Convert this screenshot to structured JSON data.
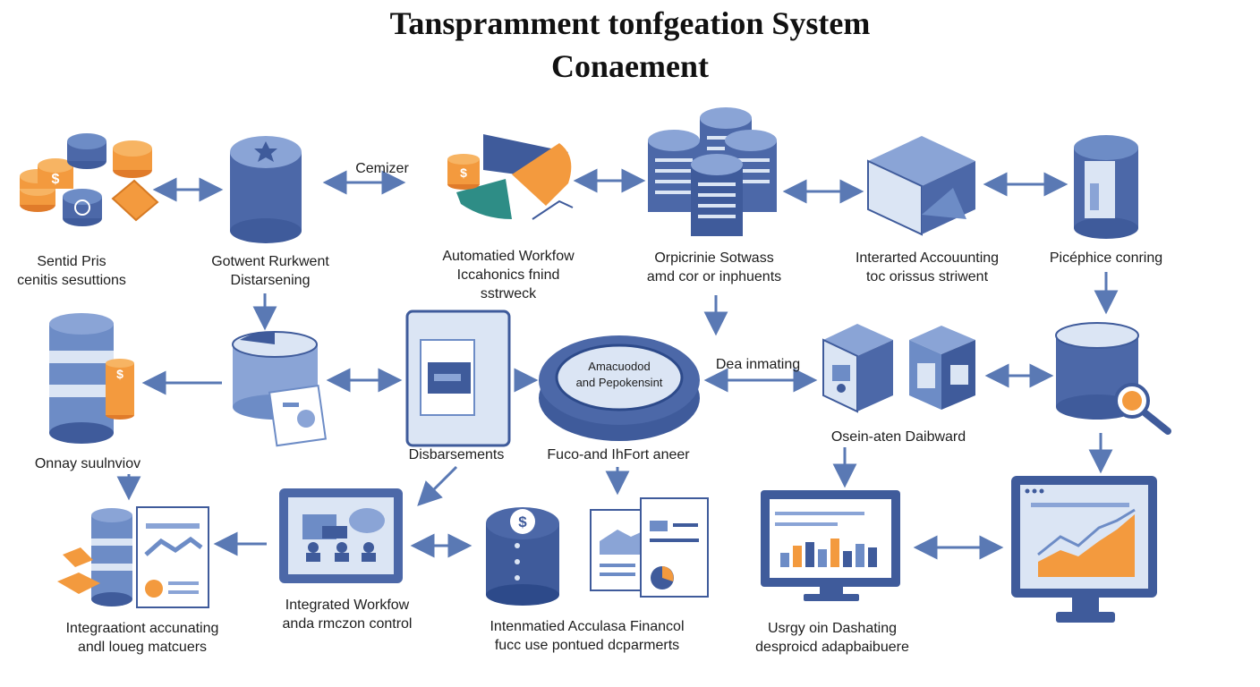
{
  "title": {
    "line1": "Tanspramment tonfgeation System",
    "line2": "Conaement"
  },
  "labels": {
    "sentid": {
      "line1": "Sentid Pris",
      "line2": "cenitis sesuttions"
    },
    "gotwent": {
      "line1": "Gotwent Rurkwent",
      "line2": "Distarsening"
    },
    "cemizer": {
      "line1": "Cemizer"
    },
    "automated": {
      "line1": "Automatied Workfow",
      "line2": "Iccahonics fnind",
      "line3": "sstrweck"
    },
    "orpicrine": {
      "line1": "Orpicrinie Sotwass",
      "line2": "amd cor or inphuents"
    },
    "interarted": {
      "line1": "Interarted Accouunting",
      "line2": "toc orissus striwent"
    },
    "picephice": {
      "line1": "Picéphice conring"
    },
    "onnay": {
      "line1": "Onnay suulnviov"
    },
    "disbarsements": {
      "line1": "Disbarsements"
    },
    "hub": {
      "line1": "Amacuodod",
      "line2": "and Pepokensint"
    },
    "fuco": {
      "line1": "Fuco-and IhFort aneer"
    },
    "dea": {
      "line1": "Dea inmating"
    },
    "osein": {
      "line1": "Osein-aten Daibward"
    },
    "integraationt": {
      "line1": "Integraationt accunating",
      "line2": "andl loueg matcuers"
    },
    "integrated": {
      "line1": "Integrated Workfow",
      "line2": "anda rmczon control"
    },
    "intenmatied": {
      "line1": "Intenmatied Acculasa Financol",
      "line2": "fucc use pontued dcparmerts"
    },
    "usrgy": {
      "line1": "Usrgy oin Dashating",
      "line2": "desproicd adapbaibuere"
    }
  },
  "icons": {
    "currency_symbol": "$"
  },
  "colors": {
    "navy": "#3f5b9b",
    "blue": "#6d8cc6",
    "light_blue": "#dbe5f4",
    "orange": "#f39a3e",
    "teal": "#2e8d86",
    "arrow": "#5a79b4"
  }
}
